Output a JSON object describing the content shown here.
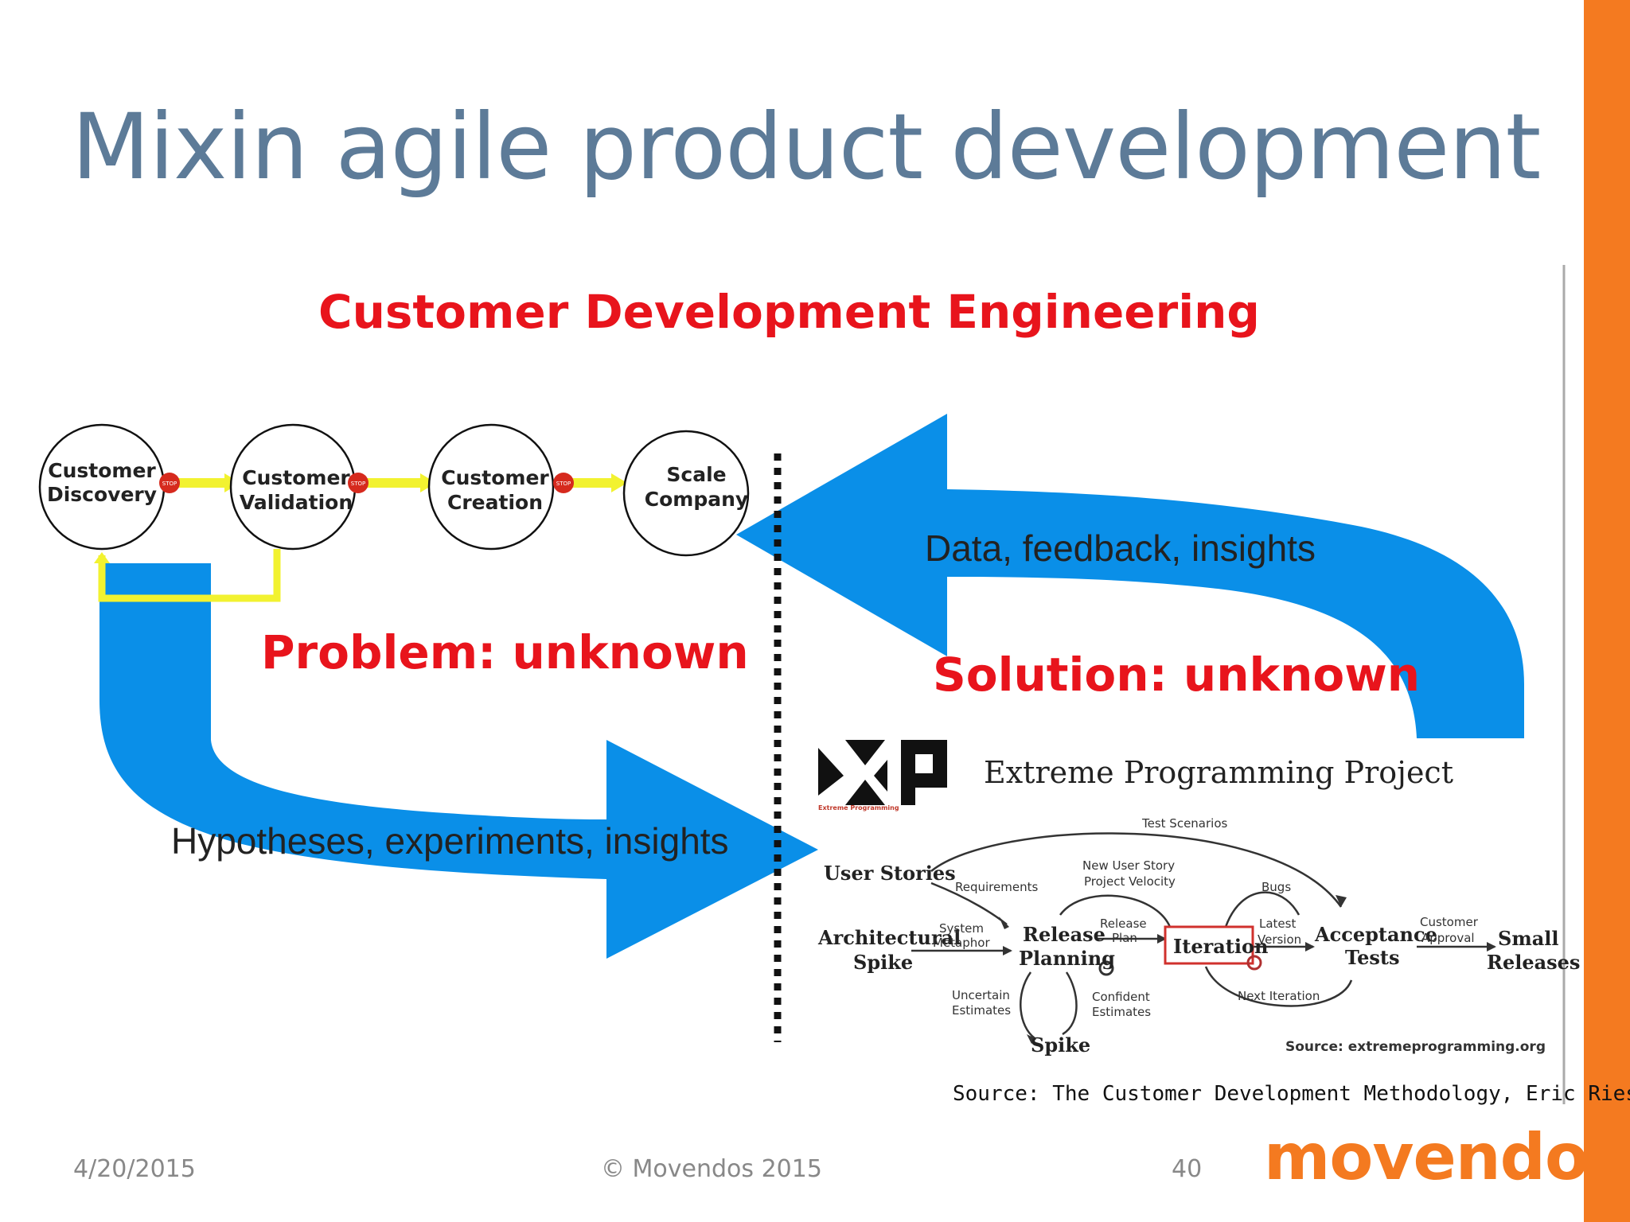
{
  "title": "Mixin agile product development",
  "diagram_heading": "Customer Development Engineering",
  "stages": [
    {
      "line1": "Customer",
      "line2": "Discovery"
    },
    {
      "line1": "Customer",
      "line2": "Validation"
    },
    {
      "line1": "Customer",
      "line2": "Creation"
    },
    {
      "line1": "Scale",
      "line2": "Company"
    }
  ],
  "stop_label": "STOP",
  "problem_label": "Problem:  unknown",
  "solution_label": "Solution:  unknown",
  "feedback_arrow_label": "Data,  feedback,  insights",
  "hypotheses_arrow_label": "Hypotheses,  experiments,  insights",
  "xp": {
    "logo_subtext": "Extreme Programming",
    "title": "Extreme Programming Project",
    "nodes": {
      "user_stories": "User Stories",
      "architectural": "Architectural",
      "spike_1": "Spike",
      "release": "Release",
      "planning": "Planning",
      "iteration": "Iteration",
      "acceptance": "Acceptance",
      "tests": "Tests",
      "small": "Small",
      "releases": "Releases",
      "spike_2": "Spike"
    },
    "edges": {
      "test_scenarios": "Test Scenarios",
      "requirements": "Requirements",
      "new_user_story": "New User Story",
      "project_velocity": "Project Velocity",
      "bugs": "Bugs",
      "system": "System",
      "metaphor": "Metaphor",
      "release_e": "Release",
      "plan": "Plan",
      "latest": "Latest",
      "version": "Version",
      "customer": "Customer",
      "approval": "Approval",
      "uncertain": "Uncertain",
      "estimates_1": "Estimates",
      "confident": "Confident",
      "estimates_2": "Estimates",
      "next_iteration": "Next Iteration"
    },
    "source": "Source: extremeprogramming.org"
  },
  "source_note": "Source: The Customer Development Methodology, Eric Ries",
  "footer": {
    "date": "4/20/2015",
    "copyright": "© Movendos 2015",
    "page_number": "40",
    "logo": "movendos"
  },
  "colors": {
    "title": "#5d7b98",
    "heading_red": "#e8141c",
    "arrow_blue": "#0a8fe8",
    "loop_yellow": "#f2f230",
    "accent_orange": "#f47a20"
  }
}
